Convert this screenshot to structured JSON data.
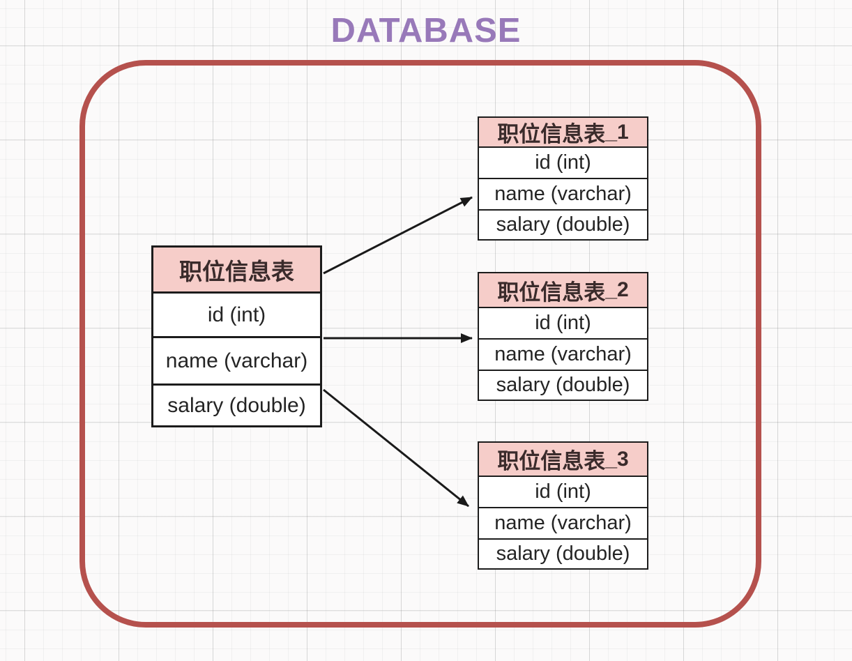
{
  "page": {
    "title": "DATABASE"
  },
  "colors": {
    "title_color": "#9879b9",
    "container_border": "#b5514d",
    "table_header_bg": "#f6cdc9",
    "table_header_text": "#3a2b2b",
    "table_border": "#1c1c1c",
    "row_text": "#242424",
    "arrow_color": "#1a1a1a"
  },
  "tables": [
    {
      "id": "main",
      "name": "职位信息表",
      "suffix": "",
      "rows": [
        "id (int)",
        "name (varchar)",
        "salary (double)"
      ]
    },
    {
      "id": "partition-1",
      "name": "职位信息表",
      "suffix": "_1",
      "rows": [
        "id (int)",
        "name (varchar)",
        "salary (double)"
      ]
    },
    {
      "id": "partition-2",
      "name": "职位信息表",
      "suffix": "_2",
      "rows": [
        "id (int)",
        "name (varchar)",
        "salary (double)"
      ]
    },
    {
      "id": "partition-3",
      "name": "职位信息表",
      "suffix": "_3",
      "rows": [
        "id (int)",
        "name (varchar)",
        "salary (double)"
      ]
    }
  ],
  "connections": [
    {
      "from": "职位信息表",
      "to": "职位信息表_1"
    },
    {
      "from": "职位信息表",
      "to": "职位信息表_2"
    },
    {
      "from": "职位信息表",
      "to": "职位信息表_3"
    }
  ]
}
